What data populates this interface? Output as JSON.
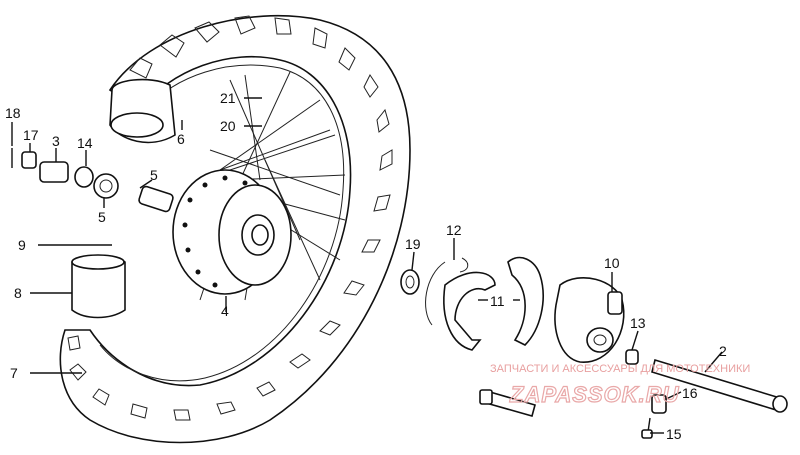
{
  "diagram": {
    "callouts": [
      {
        "id": "c1",
        "text": "18"
      },
      {
        "id": "c2",
        "text": "17"
      },
      {
        "id": "c3",
        "text": "3"
      },
      {
        "id": "c4",
        "text": "14"
      },
      {
        "id": "c5",
        "text": "5"
      },
      {
        "id": "c6",
        "text": "5"
      },
      {
        "id": "c7",
        "text": "6"
      },
      {
        "id": "c8",
        "text": "21"
      },
      {
        "id": "c9",
        "text": "20"
      },
      {
        "id": "c10",
        "text": "9"
      },
      {
        "id": "c11",
        "text": "8"
      },
      {
        "id": "c12",
        "text": "7"
      },
      {
        "id": "c13",
        "text": "4"
      },
      {
        "id": "c14",
        "text": "19"
      },
      {
        "id": "c15",
        "text": "12"
      },
      {
        "id": "c16",
        "text": "11"
      },
      {
        "id": "c17",
        "text": "10"
      },
      {
        "id": "c18",
        "text": "13"
      },
      {
        "id": "c19",
        "text": "2"
      },
      {
        "id": "c20",
        "text": "16"
      },
      {
        "id": "c21",
        "text": "15"
      }
    ]
  },
  "watermark": {
    "line1": "ЗАПЧАСТИ И АКСЕССУАРЫ ДЛЯ МОТОТЕХНИКИ",
    "line2": "ZAPASSOK.RU"
  }
}
